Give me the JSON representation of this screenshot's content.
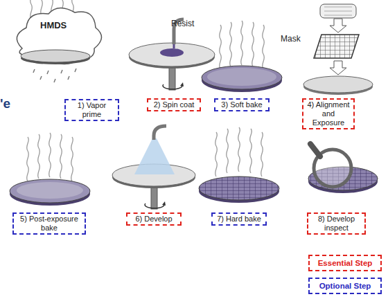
{
  "diagram": {
    "nodes": [
      {
        "text": [
          "1) Vapor prime"
        ]
      },
      {
        "text": [
          "2) Spin coat"
        ]
      },
      {
        "text": [
          "3) Soft bake"
        ]
      },
      {
        "text": [
          "4) Alignment and Exposure"
        ]
      },
      {
        "text": [
          "5) Post-exposure bake"
        ]
      },
      {
        "text": [
          "6) Develop"
        ]
      },
      {
        "text": [
          "7) Hard bake"
        ]
      },
      {
        "text": [
          "8) Develop inspect"
        ]
      }
    ],
    "labels": [
      "HMDS",
      "Resist",
      "Mask",
      "'e"
    ],
    "legend": [
      {
        "text": "Essential Step"
      },
      {
        "text": "Optional Step"
      }
    ]
  }
}
